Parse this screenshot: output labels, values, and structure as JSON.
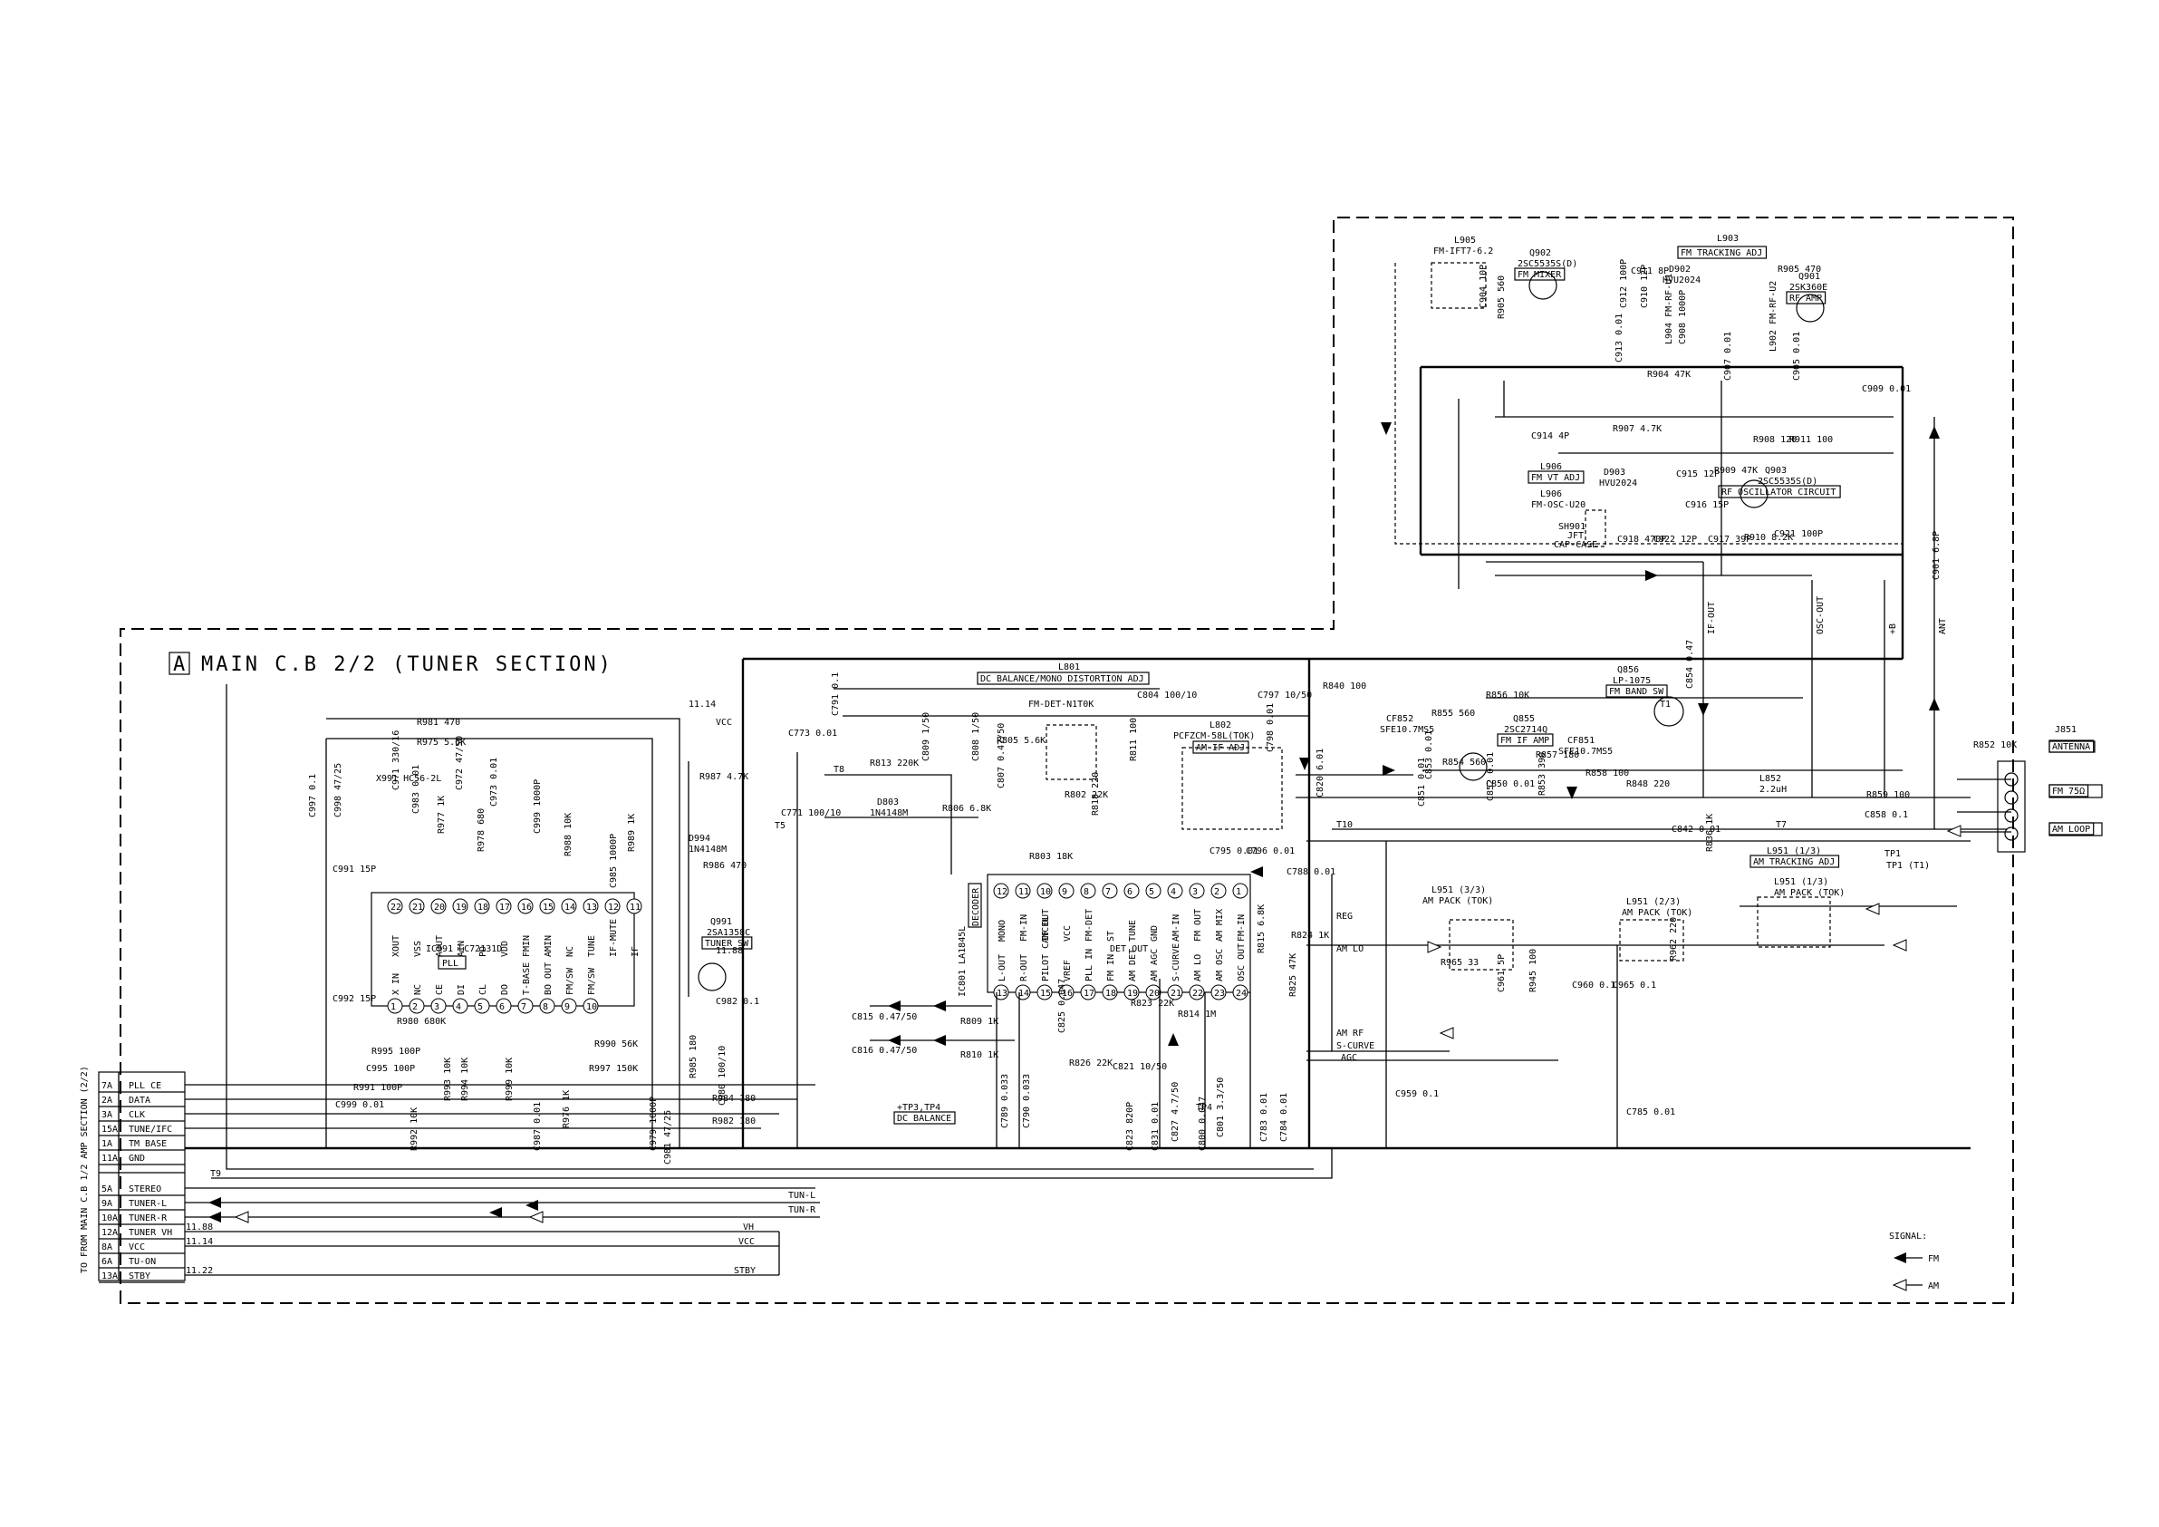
{
  "page": {
    "section_title": "MAIN C.B 2/2 (TUNER SECTION)",
    "section_letter": "A",
    "side_label": "TO FROM MAIN C.B 1/2 AMP SECTION (2/2)"
  },
  "legend": {
    "title": "SIGNAL:",
    "fm": "FM",
    "am": "AM"
  },
  "connector_left": [
    {
      "pin": "7A",
      "name": "PLL CE"
    },
    {
      "pin": "2A",
      "name": "DATA"
    },
    {
      "pin": "3A",
      "name": "CLK"
    },
    {
      "pin": "15A",
      "name": "TUNE/IFC"
    },
    {
      "pin": "1A",
      "name": "TM BASE"
    },
    {
      "pin": "11A",
      "name": "GND"
    },
    {
      "pin": "5A",
      "name": "STEREO"
    },
    {
      "pin": "9A",
      "name": "TUNER-L"
    },
    {
      "pin": "10A",
      "name": "TUNER-R"
    },
    {
      "pin": "12A",
      "name": "TUNER VH"
    },
    {
      "pin": "8A",
      "name": "VCC"
    },
    {
      "pin": "6A",
      "name": "TU-ON"
    },
    {
      "pin": "13A",
      "name": "STBY"
    }
  ],
  "rail_labels": [
    {
      "id": "v1114a",
      "text": "11.14"
    },
    {
      "id": "vcc_top",
      "text": "VCC"
    },
    {
      "id": "v1188a",
      "text": "11.88"
    },
    {
      "id": "v1188b",
      "text": "11.88"
    },
    {
      "id": "v1114b",
      "text": "11.14"
    },
    {
      "id": "v1122",
      "text": "11.22"
    },
    {
      "id": "vh",
      "text": "VH"
    },
    {
      "id": "vcc_bot",
      "text": "VCC"
    },
    {
      "id": "stby",
      "text": "STBY"
    },
    {
      "id": "tunl",
      "text": "TUN-L"
    },
    {
      "id": "tunr",
      "text": "TUN-R"
    },
    {
      "id": "t9",
      "text": "T9"
    },
    {
      "id": "t10",
      "text": "T10"
    },
    {
      "id": "t7",
      "text": "T7"
    },
    {
      "id": "t8",
      "text": "T8"
    },
    {
      "id": "t5",
      "text": "T5"
    },
    {
      "id": "reg",
      "text": "REG"
    },
    {
      "id": "amlo",
      "text": "AM LO"
    },
    {
      "id": "amrf",
      "text": "AM RF"
    },
    {
      "id": "scurve",
      "text": "S-CURVE"
    },
    {
      "id": "agc",
      "text": "AGC"
    },
    {
      "id": "ifout",
      "text": "IF-OUT"
    },
    {
      "id": "oscout",
      "text": "OSC-OUT"
    },
    {
      "id": "ant_lbl",
      "text": "ANT"
    },
    {
      "id": "b_lbl",
      "text": "+B"
    }
  ],
  "ic991": {
    "name": "IC991  LC72131D",
    "sub": "PLL",
    "top_pins": [
      {
        "n": "22",
        "f": "XOUT"
      },
      {
        "n": "21",
        "f": "VSS"
      },
      {
        "n": "20",
        "f": "AOUT"
      },
      {
        "n": "19",
        "f": "AIN"
      },
      {
        "n": "18",
        "f": "PD"
      },
      {
        "n": "17",
        "f": "VDD"
      },
      {
        "n": "16",
        "f": "FMIN"
      },
      {
        "n": "15",
        "f": "AMIN"
      },
      {
        "n": "14",
        "f": "NC"
      },
      {
        "n": "13",
        "f": "TUNE"
      },
      {
        "n": "12",
        "f": "IF-MUTE"
      },
      {
        "n": "11",
        "f": "IF"
      }
    ],
    "bot_pins": [
      {
        "n": "1",
        "f": "X IN"
      },
      {
        "n": "2",
        "f": "NC"
      },
      {
        "n": "3",
        "f": "CE"
      },
      {
        "n": "4",
        "f": "DI"
      },
      {
        "n": "5",
        "f": "CL"
      },
      {
        "n": "6",
        "f": "DO"
      },
      {
        "n": "7",
        "f": "T-BASE"
      },
      {
        "n": "8",
        "f": "BO OUT"
      },
      {
        "n": "9",
        "f": "FM/SW"
      },
      {
        "n": "10",
        "f": "FM/SW"
      }
    ]
  },
  "ic801": {
    "name": "IC801 LA1845L",
    "sub": "DECODER",
    "top_pins": [
      {
        "n": "12",
        "f": "MONO"
      },
      {
        "n": "11",
        "f": "FM-IN"
      },
      {
        "n": "10",
        "f": "IF OUT"
      },
      {
        "n": "9",
        "f": "VCC"
      },
      {
        "n": "8",
        "f": "FM-DET"
      },
      {
        "n": "7",
        "f": "ST"
      },
      {
        "n": "6",
        "f": "TUNE"
      },
      {
        "n": "5",
        "f": "GND"
      },
      {
        "n": "4",
        "f": "AM-IN"
      },
      {
        "n": "3",
        "f": "FM OUT"
      },
      {
        "n": "2",
        "f": "AM MIX"
      },
      {
        "n": "1",
        "f": "FM-IN"
      }
    ],
    "bot_pins": [
      {
        "n": "13",
        "f": "L-OUT"
      },
      {
        "n": "14",
        "f": "R-OUT"
      },
      {
        "n": "15",
        "f": "PILOT CANCEL"
      },
      {
        "n": "16",
        "f": "VREF"
      },
      {
        "n": "17",
        "f": "PLL IN"
      },
      {
        "n": "18",
        "f": "FM IN"
      },
      {
        "n": "19",
        "f": "AM DET"
      },
      {
        "n": "20",
        "f": "AM AGC"
      },
      {
        "n": "21",
        "f": "S-CURVE"
      },
      {
        "n": "22",
        "f": "AM LO"
      },
      {
        "n": "23",
        "f": "AM OSC"
      },
      {
        "n": "24",
        "f": "OSC OUT"
      }
    ]
  },
  "notes": [
    {
      "id": "n_l801",
      "text": "DC BALANCE/MONO DISTORTION ADJ"
    },
    {
      "id": "n_l801b",
      "text": "L801"
    },
    {
      "id": "n_l801c",
      "text": "FM-DET-N1T0K"
    },
    {
      "id": "n_l802",
      "text": "L802"
    },
    {
      "id": "n_l802b",
      "text": "PCFZCM-58L(TOK)"
    },
    {
      "id": "n_l802c",
      "text": "AM IF ADJ"
    },
    {
      "id": "n_det",
      "text": "DET OUT"
    },
    {
      "id": "n_tp",
      "text": "+TP3,TP4"
    },
    {
      "id": "n_tp2",
      "text": "DC BALANCE"
    },
    {
      "id": "n_q856",
      "text": "Q856"
    },
    {
      "id": "n_q856b",
      "text": "LP-1075"
    },
    {
      "id": "n_q856c",
      "text": "FM BAND SW"
    },
    {
      "id": "n_q855",
      "text": "Q855"
    },
    {
      "id": "n_q855b",
      "text": "2SC2714Q"
    },
    {
      "id": "n_q855c",
      "text": "FM IF AMP"
    },
    {
      "id": "n_cf852",
      "text": "CF852"
    },
    {
      "id": "n_cf852b",
      "text": "SFE10.7MS5"
    },
    {
      "id": "n_cf851",
      "text": "CF851"
    },
    {
      "id": "n_cf851b",
      "text": "SFE10.7MS5"
    },
    {
      "id": "n_l852",
      "text": "L852"
    },
    {
      "id": "n_l852b",
      "text": "2.2uH"
    },
    {
      "id": "n_j851",
      "text": "J851"
    },
    {
      "id": "n_j851b",
      "text": "ANTENNA"
    },
    {
      "id": "n_fm75",
      "text": "FM 75Ω"
    },
    {
      "id": "n_amloop",
      "text": "AM LOOP"
    },
    {
      "id": "n_l951a",
      "text": "L951 (1/3)"
    },
    {
      "id": "n_l951ab",
      "text": "AM TRACKING ADJ"
    },
    {
      "id": "n_l951b",
      "text": "L951 (1/3)"
    },
    {
      "id": "n_l951bb",
      "text": "AM PACK (TOK)"
    },
    {
      "id": "n_l951c",
      "text": "L951 (3/3)"
    },
    {
      "id": "n_l951cb",
      "text": "AM PACK (TOK)"
    },
    {
      "id": "n_l951d",
      "text": "L951 (2/3)"
    },
    {
      "id": "n_l951db",
      "text": "AM PACK (TOK)"
    },
    {
      "id": "n_l905",
      "text": "L905"
    },
    {
      "id": "n_l905b",
      "text": "FM-IFT7-6.2"
    },
    {
      "id": "n_q902",
      "text": "Q902"
    },
    {
      "id": "n_q902b",
      "text": "2SC5535S(D)"
    },
    {
      "id": "n_q902c",
      "text": "FM MIXER"
    },
    {
      "id": "n_l903",
      "text": "L903"
    },
    {
      "id": "n_l903b",
      "text": "FM TRACKING ADJ"
    },
    {
      "id": "n_q901",
      "text": "Q901"
    },
    {
      "id": "n_q901b",
      "text": "2SK360E"
    },
    {
      "id": "n_q901c",
      "text": "RF AMP"
    },
    {
      "id": "n_l906",
      "text": "L906"
    },
    {
      "id": "n_l906b",
      "text": "FM VT ADJ"
    },
    {
      "id": "n_l906c",
      "text": "L906"
    },
    {
      "id": "n_l906d",
      "text": "FM-OSC-U20"
    },
    {
      "id": "n_q903",
      "text": "Q903"
    },
    {
      "id": "n_q903b",
      "text": "2SC5535S(D)"
    },
    {
      "id": "n_q903c",
      "text": "RF OSCILLATOR CIRCUIT"
    },
    {
      "id": "n_sh901",
      "text": "SH901"
    },
    {
      "id": "n_sh901b",
      "text": "JFT"
    },
    {
      "id": "n_sh901c",
      "text": "CAP-CASE"
    },
    {
      "id": "n_d903",
      "text": "D903"
    },
    {
      "id": "n_d903b",
      "text": "HVU2024"
    },
    {
      "id": "n_d902",
      "text": "D902"
    },
    {
      "id": "n_d902b",
      "text": "HVU2024"
    },
    {
      "id": "n_q991",
      "text": "Q991"
    },
    {
      "id": "n_q991b",
      "text": "2SA1358C"
    },
    {
      "id": "n_q991c",
      "text": "TUNER SW"
    },
    {
      "id": "n_x991",
      "text": "X991 HC56-2L"
    },
    {
      "id": "n_d803",
      "text": "D803"
    },
    {
      "id": "n_d803b",
      "text": "1N4148M"
    },
    {
      "id": "n_d994",
      "text": "D994"
    },
    {
      "id": "n_d994b",
      "text": "1N4148M"
    }
  ],
  "parts": [
    {
      "id": "r981",
      "text": "R981 470"
    },
    {
      "id": "r975",
      "text": "R975 5.6K"
    },
    {
      "id": "c997",
      "text": "C997 0.1"
    },
    {
      "id": "c998",
      "text": "C998 47/25"
    },
    {
      "id": "c971",
      "text": "C971 330/16"
    },
    {
      "id": "c983",
      "text": "C983 0.01"
    },
    {
      "id": "c972",
      "text": "C972 47/50"
    },
    {
      "id": "c973",
      "text": "C973 0.01"
    },
    {
      "id": "r977",
      "text": "R977 1K"
    },
    {
      "id": "r978",
      "text": "R978 680"
    },
    {
      "id": "c999a",
      "text": "C999 1000P"
    },
    {
      "id": "r988",
      "text": "R988 10K"
    },
    {
      "id": "c985",
      "text": "C985 1000P"
    },
    {
      "id": "r989",
      "text": "R989 1K"
    },
    {
      "id": "r987",
      "text": "R987 4.7K"
    },
    {
      "id": "r986",
      "text": "R986 470"
    },
    {
      "id": "c991",
      "text": "C991 15P"
    },
    {
      "id": "c992",
      "text": "C992 15P"
    },
    {
      "id": "r980",
      "text": "R980 680K"
    },
    {
      "id": "r995",
      "text": "R995 100P"
    },
    {
      "id": "c995",
      "text": "C995 100P"
    },
    {
      "id": "r991",
      "text": "R991 100P"
    },
    {
      "id": "c999b",
      "text": "C999 0.01"
    },
    {
      "id": "r992",
      "text": "R992 10K"
    },
    {
      "id": "r993",
      "text": "R993 10K"
    },
    {
      "id": "r994",
      "text": "R994 10K"
    },
    {
      "id": "r999",
      "text": "R999 10K"
    },
    {
      "id": "r990",
      "text": "R990 56K"
    },
    {
      "id": "r997",
      "text": "R997 150K"
    },
    {
      "id": "c987",
      "text": "C987 0.01"
    },
    {
      "id": "r976",
      "text": "R976 1K"
    },
    {
      "id": "c979",
      "text": "C979 1000P"
    },
    {
      "id": "c981",
      "text": "C981 47/25"
    },
    {
      "id": "r985",
      "text": "R985 180"
    },
    {
      "id": "c980",
      "text": "C980 100/10"
    },
    {
      "id": "r984",
      "text": "R984 180"
    },
    {
      "id": "c982",
      "text": "C982 0.1"
    },
    {
      "id": "r982",
      "text": "R982 180"
    },
    {
      "id": "c791",
      "text": "C791 0.1"
    },
    {
      "id": "c773",
      "text": "C773 0.01"
    },
    {
      "id": "c771",
      "text": "C771 100/10"
    },
    {
      "id": "r813",
      "text": "R813 220K"
    },
    {
      "id": "c809",
      "text": "C809 1/50"
    },
    {
      "id": "r806",
      "text": "R806 6.8K"
    },
    {
      "id": "c808",
      "text": "C808 1/50"
    },
    {
      "id": "r805",
      "text": "R805 5.6K"
    },
    {
      "id": "c807",
      "text": "C807 0.47/50"
    },
    {
      "id": "r803",
      "text": "R803 18K"
    },
    {
      "id": "r802",
      "text": "R802 22K"
    },
    {
      "id": "r818",
      "text": "R818 220"
    },
    {
      "id": "r811",
      "text": "R811 100"
    },
    {
      "id": "c804",
      "text": "C804 100/10"
    },
    {
      "id": "c797",
      "text": "C797 10/50"
    },
    {
      "id": "c798",
      "text": "C798 0.01"
    },
    {
      "id": "c795",
      "text": "C795 0.01"
    },
    {
      "id": "c796",
      "text": "C796 0.01"
    },
    {
      "id": "c788",
      "text": "C788 0.01"
    },
    {
      "id": "r815",
      "text": "R815 6.8K"
    },
    {
      "id": "r824",
      "text": "R824 1K"
    },
    {
      "id": "r825",
      "text": "R825 47K"
    },
    {
      "id": "c820",
      "text": "C820 6.01"
    },
    {
      "id": "c815",
      "text": "C815 0.47/50"
    },
    {
      "id": "c816",
      "text": "C816 0.47/50"
    },
    {
      "id": "r809",
      "text": "R809 1K"
    },
    {
      "id": "r810",
      "text": "R810 1K"
    },
    {
      "id": "c789",
      "text": "C789 0.033"
    },
    {
      "id": "c790",
      "text": "C790 0.033"
    },
    {
      "id": "c825",
      "text": "C825 0.047"
    },
    {
      "id": "r826",
      "text": "R826 22K"
    },
    {
      "id": "c821",
      "text": "C821 10/50"
    },
    {
      "id": "r823",
      "text": "R823 22K"
    },
    {
      "id": "r814",
      "text": "R814 1M"
    },
    {
      "id": "c823",
      "text": "C823 820P"
    },
    {
      "id": "c831",
      "text": "C831 0.01"
    },
    {
      "id": "c827",
      "text": "C827 4.7/50"
    },
    {
      "id": "c800",
      "text": "C800 0.047"
    },
    {
      "id": "c801",
      "text": "C801 3.3/50"
    },
    {
      "id": "c783",
      "text": "C783 0.01"
    },
    {
      "id": "c784",
      "text": "C784 0.01"
    },
    {
      "id": "r840",
      "text": "R840 100"
    },
    {
      "id": "r855",
      "text": "R855 560"
    },
    {
      "id": "r856",
      "text": "R856 10K"
    },
    {
      "id": "r854",
      "text": "R854 560"
    },
    {
      "id": "c853",
      "text": "C853 0.01"
    },
    {
      "id": "c851",
      "text": "C851 0.01"
    },
    {
      "id": "c850",
      "text": "C850 0.01"
    },
    {
      "id": "r857",
      "text": "R857 180"
    },
    {
      "id": "r853",
      "text": "R853 390"
    },
    {
      "id": "r858",
      "text": "R858 100"
    },
    {
      "id": "r848",
      "text": "R848 220"
    },
    {
      "id": "c854",
      "text": "C854 0.47"
    },
    {
      "id": "c852",
      "text": "C852 0.01"
    },
    {
      "id": "r859",
      "text": "R859 100"
    },
    {
      "id": "c858",
      "text": "C858 0.1"
    },
    {
      "id": "r852",
      "text": "R852 10K"
    },
    {
      "id": "c842",
      "text": "C842 0.01"
    },
    {
      "id": "r836",
      "text": "R836 1K"
    },
    {
      "id": "r965",
      "text": "R965 33"
    },
    {
      "id": "c961",
      "text": "C961 5P"
    },
    {
      "id": "r945",
      "text": "R945 100"
    },
    {
      "id": "c960",
      "text": "C960 0.1"
    },
    {
      "id": "c965",
      "text": "C965 0.1"
    },
    {
      "id": "r962",
      "text": "R962 220"
    },
    {
      "id": "c959",
      "text": "C959 0.1"
    },
    {
      "id": "c785",
      "text": "C785 0.01"
    },
    {
      "id": "c904",
      "text": "C904 10P"
    },
    {
      "id": "r905a",
      "text": "R905 560"
    },
    {
      "id": "c911",
      "text": "C911 8P"
    },
    {
      "id": "c912",
      "text": "C912 100P"
    },
    {
      "id": "c910",
      "text": "C910 12P"
    },
    {
      "id": "r905",
      "text": "R905 470"
    },
    {
      "id": "c908",
      "text": "C908 1000P"
    },
    {
      "id": "c913",
      "text": "C913 0.01"
    },
    {
      "id": "r904",
      "text": "R904 47K"
    },
    {
      "id": "c907",
      "text": "C907 0.01"
    },
    {
      "id": "c905",
      "text": "C905 0.01"
    },
    {
      "id": "c909",
      "text": "C909 0.01"
    },
    {
      "id": "c914",
      "text": "C914 4P"
    },
    {
      "id": "r907",
      "text": "R907 4.7K"
    },
    {
      "id": "r908",
      "text": "R908 120"
    },
    {
      "id": "r911",
      "text": "R911 100"
    },
    {
      "id": "c915",
      "text": "C915 12P"
    },
    {
      "id": "r909",
      "text": "R909 47K"
    },
    {
      "id": "c916",
      "text": "C916 15P"
    },
    {
      "id": "c918",
      "text": "C918 470P"
    },
    {
      "id": "c922",
      "text": "C922 12P"
    },
    {
      "id": "c917",
      "text": "C917 39P"
    },
    {
      "id": "r910",
      "text": "R910 8.2K"
    },
    {
      "id": "c921",
      "text": "C921 100P"
    },
    {
      "id": "c901",
      "text": "C901 6.8P"
    },
    {
      "id": "l904",
      "text": "L904 FM-RF-U1"
    },
    {
      "id": "l902",
      "text": "L902 FM-RF-U2"
    },
    {
      "id": "tp1",
      "text": "TP1"
    },
    {
      "id": "tp1b",
      "text": "TP1 (T1)"
    },
    {
      "id": "t1",
      "text": "T1"
    },
    {
      "id": "tp4",
      "text": "TP4"
    }
  ]
}
